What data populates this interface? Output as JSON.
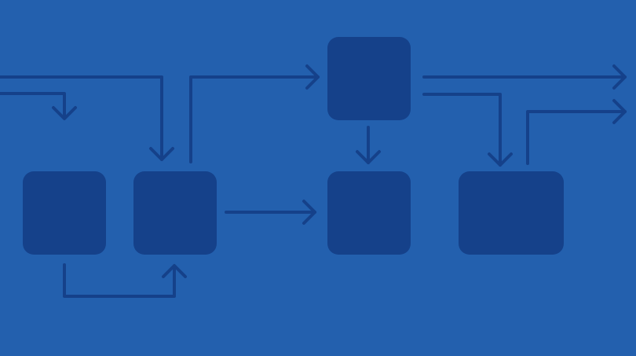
{
  "colors": {
    "background": "#2360AE",
    "box": "#15418A",
    "arrow": "#15418A"
  },
  "diagram": {
    "nodes": [
      {
        "id": "node-1",
        "label": ""
      },
      {
        "id": "node-2",
        "label": ""
      },
      {
        "id": "node-3",
        "label": ""
      },
      {
        "id": "node-4",
        "label": ""
      },
      {
        "id": "node-5",
        "label": ""
      }
    ],
    "edges": [
      {
        "id": "edge-in-top",
        "from": "",
        "to": "node-2"
      },
      {
        "id": "edge-in-short",
        "from": "",
        "to": ""
      },
      {
        "id": "edge-1-to-2",
        "from": "node-1",
        "to": "node-2"
      },
      {
        "id": "edge-2-to-3",
        "from": "node-2",
        "to": "node-3"
      },
      {
        "id": "edge-2-to-4",
        "from": "node-2",
        "to": "node-4"
      },
      {
        "id": "edge-3-to-4",
        "from": "node-3",
        "to": "node-4"
      },
      {
        "id": "edge-3-to-5",
        "from": "node-3",
        "to": "node-5"
      },
      {
        "id": "edge-3-out",
        "from": "node-3",
        "to": ""
      },
      {
        "id": "edge-5-out",
        "from": "node-5",
        "to": ""
      }
    ]
  }
}
